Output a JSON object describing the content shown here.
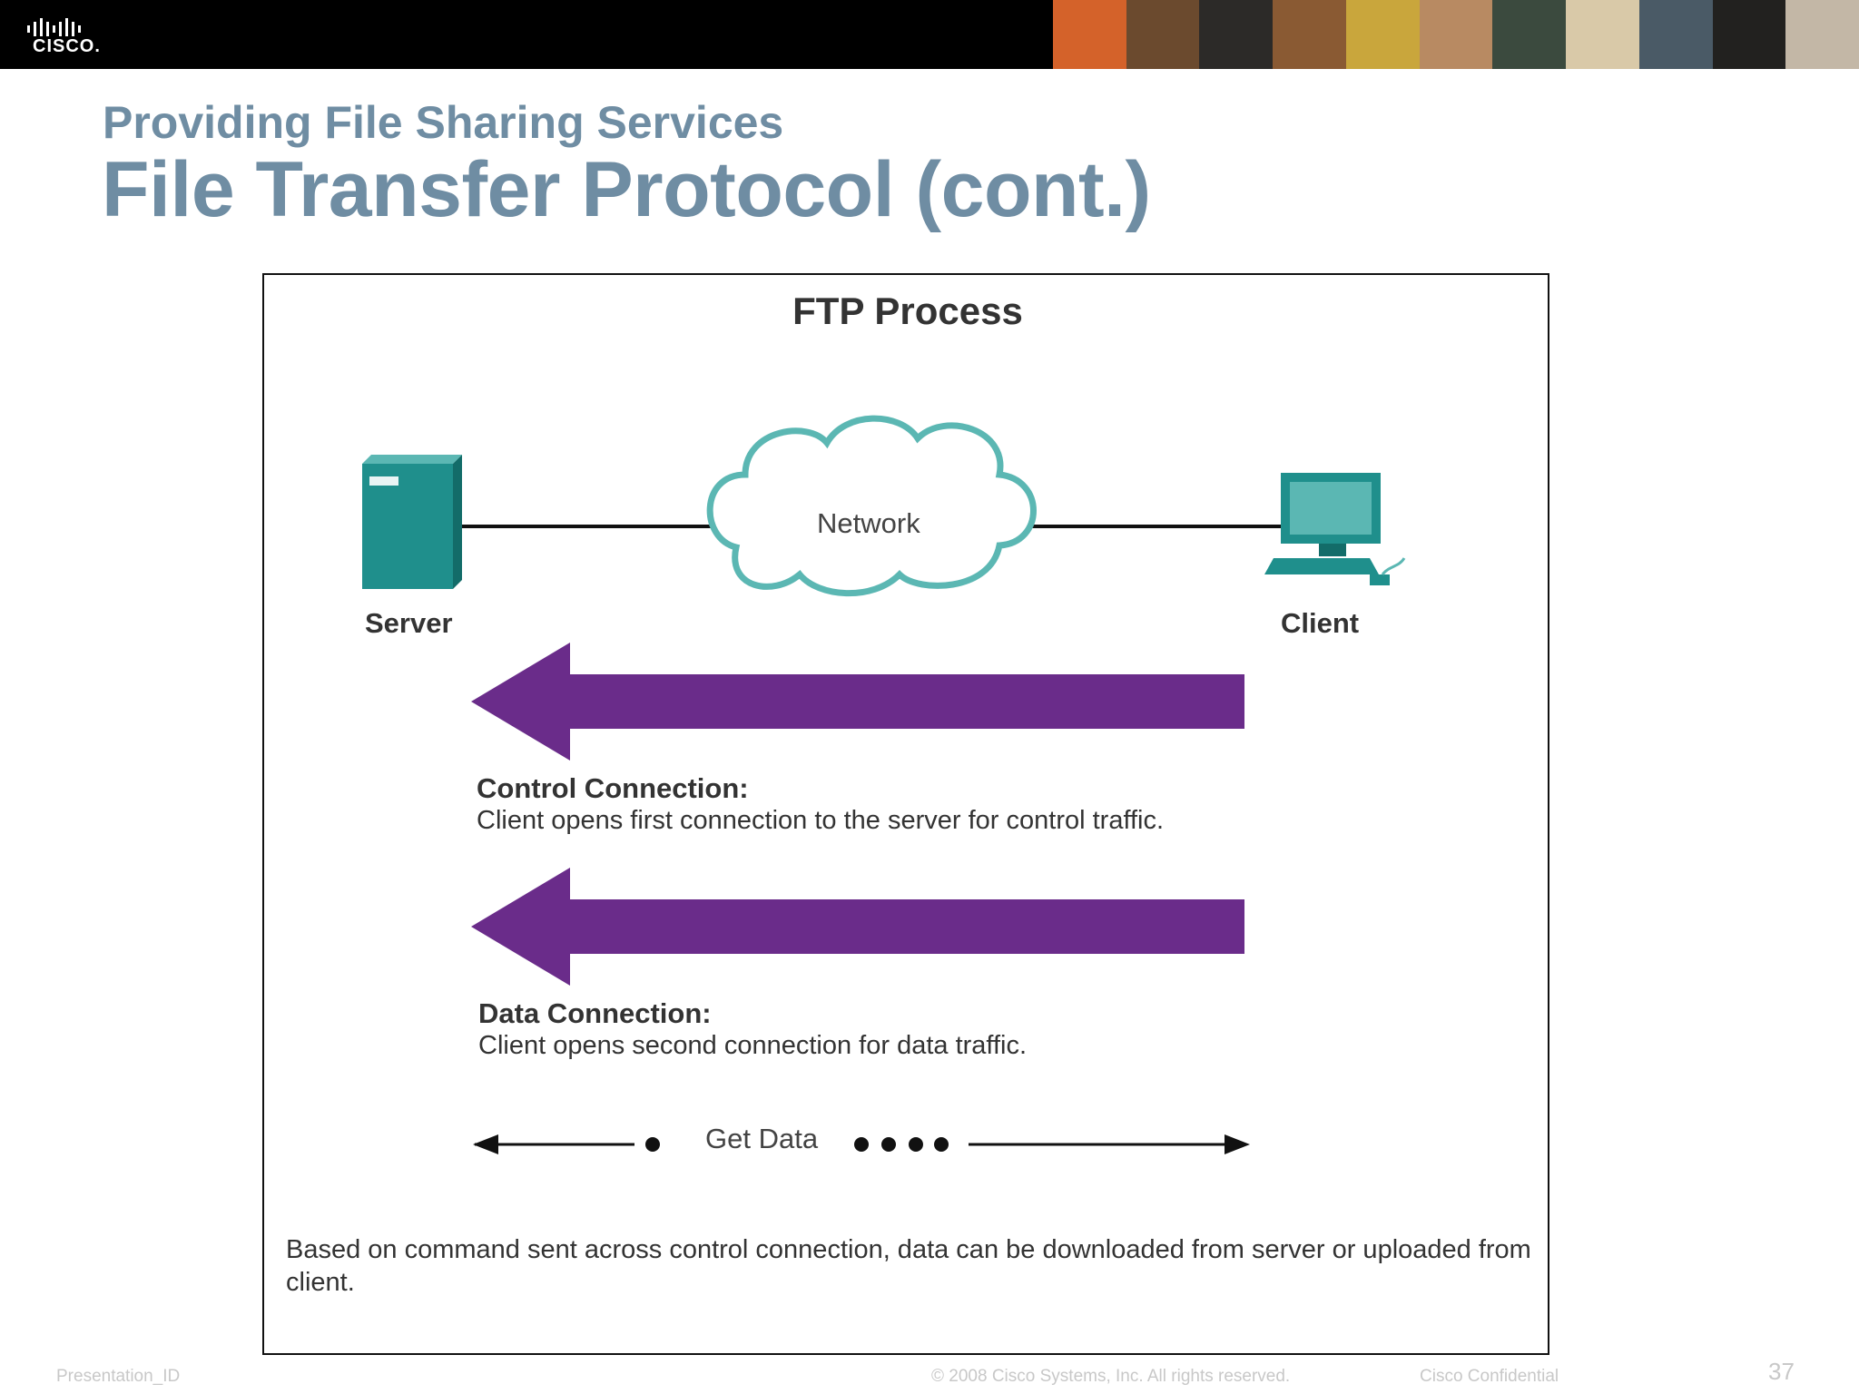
{
  "header": {
    "logo_text": "CISCO.",
    "photo_colors": [
      "#d4622a",
      "#6b4a2e",
      "#2c2a28",
      "#8a5a33",
      "#c9a63c",
      "#b88a62",
      "#3b4a3e",
      "#d9c9a8",
      "#4a5a66",
      "#22211f",
      "#c3b7a6"
    ]
  },
  "slide": {
    "section": "Providing File Sharing Services",
    "title": "File Transfer Protocol (cont.)"
  },
  "diagram": {
    "title": "FTP Process",
    "server_label": "Server",
    "network_label": "Network",
    "client_label": "Client",
    "control_heading": "Control Connection:",
    "control_text": "Client opens first connection to the server for control traffic.",
    "data_heading": "Data Connection:",
    "data_text": "Client opens second connection for data traffic.",
    "get_data_label": "Get Data",
    "note": "Based on command sent across control connection, data can be downloaded from server or uploaded from client.",
    "colors": {
      "device": "#1f8f8c",
      "arrow": "#6a2c8a",
      "cloud": "#5bb7b3"
    }
  },
  "footer": {
    "presentation_id": "Presentation_ID",
    "copyright": "© 2008 Cisco Systems, Inc. All rights reserved.",
    "confidential": "Cisco Confidential",
    "page": "37"
  }
}
